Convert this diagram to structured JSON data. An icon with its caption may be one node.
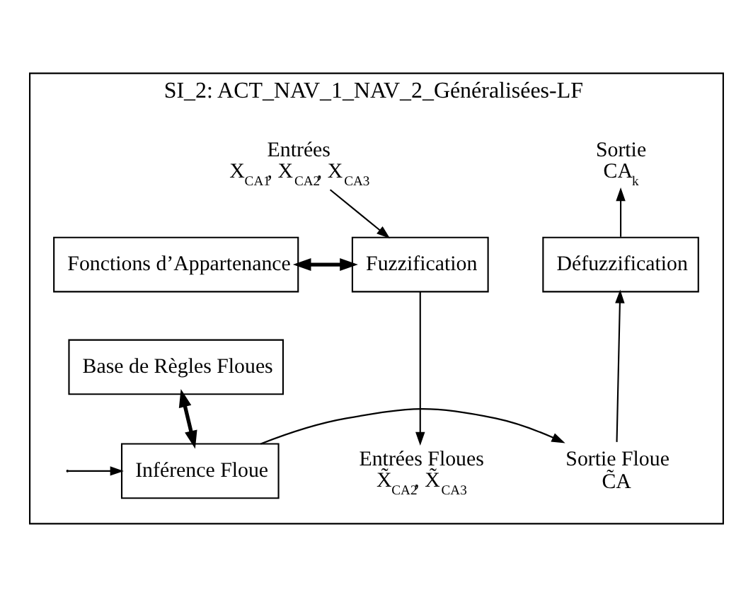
{
  "diagram": {
    "nodes": [
      {
        "text": [
          "SI_2: ACT_NAV_1_NAV_2_Généralisées-LF"
        ]
      },
      {
        "text": [
          "Entrées",
          "X$_{CA1}$, X$_{CA2}$, X$_{CA3}$"
        ],
        "in": 0
      },
      {
        "text": [
          "Fuzzification"
        ],
        "in": 0
      },
      {
        "text": [
          "Fonctions d’Appartenance"
        ],
        "in": 0
      },
      {
        "text": [
          "Base de Règles Floues"
        ],
        "in": 0
      },
      {
        "text": [
          "Défuzzification"
        ],
        "in": 0
      },
      {
        "text": [
          "Sortie",
          "CA$_{k}$"
        ],
        "in": 0
      },
      {
        "text": [
          "Entrées Floues",
          "X̃$_{CA2}$, X̃$_{CA3}$"
        ],
        "in": 0
      },
      {
        "text": [
          "Inférence Floue"
        ],
        "in": 0
      },
      {
        "text": [
          "Sortie Floue",
          "C̃A"
        ],
        "in": 0
      }
    ],
    "edges": [
      {
        "from": 1,
        "to": 2,
        "arrow": "to"
      },
      {
        "from": 2,
        "to": 3,
        "arrow": "both",
        "style": "thick"
      },
      {
        "from": 2,
        "to": 7,
        "arrow": "to"
      },
      {
        "from": 4,
        "to": 8,
        "arrow": "both",
        "style": "thick"
      },
      {
        "from": null,
        "to": 8,
        "arrow": "to"
      },
      {
        "from": 8,
        "to": 9,
        "arrow": "to"
      },
      {
        "from": 9,
        "to": 5,
        "arrow": "to"
      },
      {
        "from": 5,
        "to": 6,
        "arrow": "to"
      }
    ]
  }
}
